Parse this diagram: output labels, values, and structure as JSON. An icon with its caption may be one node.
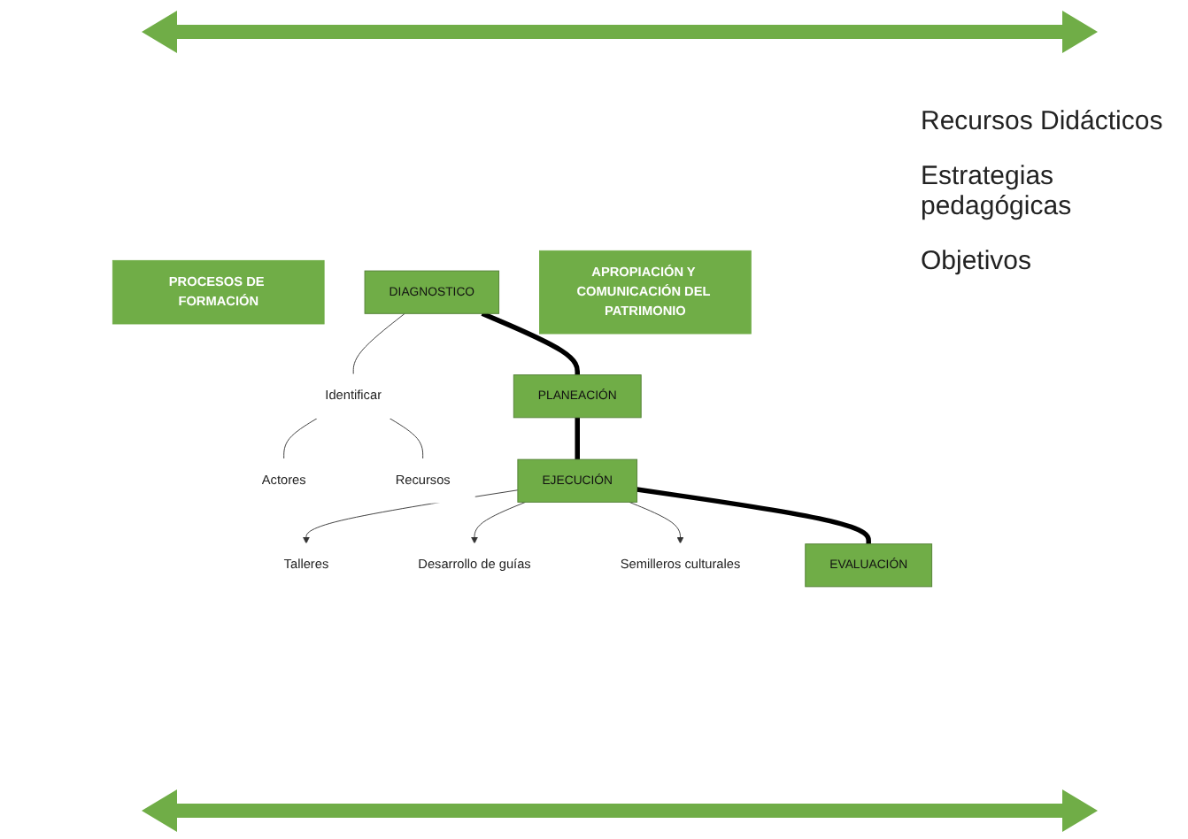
{
  "diagram": {
    "nodes": [
      {
        "text": [
          "PROCESOS DE FORMACIÓN"
        ]
      },
      {
        "text": [
          "DIAGNOSTICO"
        ]
      },
      {
        "text": [
          "Identificar"
        ]
      },
      {
        "text": [
          "Actores"
        ]
      },
      {
        "text": [
          "Recursos"
        ]
      },
      {
        "text": [
          "PLANEACIÓN"
        ]
      },
      {
        "text": [
          "EJECUCIÓN"
        ]
      },
      {
        "text": [
          "Talleres"
        ]
      },
      {
        "text": [
          "Desarrollo de guías"
        ]
      },
      {
        "text": [
          "Semilleros culturales"
        ]
      },
      {
        "text": [
          "EVALUACIÓN"
        ]
      },
      {
        "text": [
          "APROPIACIÓN Y COMUNICACIÓN DEL PATRIMONIO"
        ]
      }
    ],
    "edges": [
      {
        "from": 1,
        "to": 2,
        "arrow": "none"
      },
      {
        "from": 2,
        "to": 3,
        "arrow": "none"
      },
      {
        "from": 2,
        "to": 4,
        "arrow": "none"
      },
      {
        "from": 1,
        "to": 5,
        "arrow": "none",
        "style": "thick",
        "color": "#000000"
      },
      {
        "from": 5,
        "to": 6,
        "arrow": "none",
        "style": "thick",
        "color": "#000000"
      },
      {
        "from": 6,
        "to": 7,
        "arrow": "to"
      },
      {
        "from": 6,
        "to": 8,
        "arrow": "to"
      },
      {
        "from": 6,
        "to": 9,
        "arrow": "to"
      },
      {
        "from": 6,
        "to": 10,
        "arrow": "none",
        "style": "thick",
        "color": "#000000"
      }
    ],
    "labels": [
      "Recursos Didácticos",
      "Estrategias pedagógicas",
      "Objetivos"
    ]
  }
}
